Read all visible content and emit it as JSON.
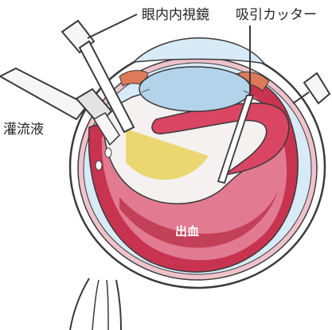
{
  "labels": {
    "endoscope": "眼内内視鏡",
    "cutter": "吸引カッター",
    "irrigation": "灌流液",
    "hemorrhage": "出血"
  },
  "colors": {
    "background": "#ffffff",
    "outline": "#3a3a3a",
    "sclera": "#ffffff",
    "choroid": "#d8a0a8",
    "retina": "#c8334f",
    "retina_light": "#e896a8",
    "vitreous": "#f4f1f0",
    "lens": "#b3d3ea",
    "cornea_space": "#d7eaf6",
    "iris": "#dd7a5a",
    "light_beam": "#e8d25a",
    "instrument": "#f6f6f6"
  }
}
